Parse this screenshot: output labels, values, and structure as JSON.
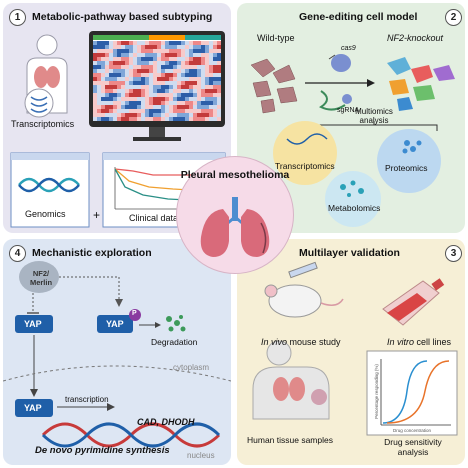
{
  "panel1": {
    "number": "1",
    "title": "Metabolic-pathway based subtyping",
    "transcriptomics": "Transcriptomics",
    "genomics": "Genomics",
    "plus": "+",
    "clinical": "Clinical data"
  },
  "panel2": {
    "number": "2",
    "title": "Gene-editing cell model",
    "wild_type": "Wild-type",
    "cas9": "cas9",
    "sgrna": "sgRNA",
    "knockout": "NF2-knockout",
    "multiomics": "Multiomics analysis",
    "transcriptomics": "Transcriptomics",
    "proteomics": "Proteomics",
    "metabolomics": "Metabolomics"
  },
  "center": {
    "title": "Pleural mesothelioma"
  },
  "panel4": {
    "number": "4",
    "title": "Mechanistic exploration",
    "nf2": "NF2/ Merlin",
    "yap": "YAP",
    "phospho": "P",
    "degradation": "Degradation",
    "cytoplasm": "cytoplasm",
    "transcription": "transcription",
    "genes": "CAD, DHODH",
    "synthesis": "De novo pyrimidine synthesis",
    "nucleus": "nucleus"
  },
  "panel3": {
    "number": "3",
    "title": "Multilayer validation",
    "in_vivo": "In vivo",
    "mouse_study": "mouse study",
    "in_vitro": "In vitro",
    "cell_lines": "cell lines",
    "human_tissue": "Human tissue samples",
    "drug": "Drug sensitivity analysis",
    "graph_xlabel": "Drug concentration",
    "graph_ylabel": "Percentage responding (%)"
  },
  "colors": {
    "panel1_bg": "#e7e5f1",
    "panel2_bg": "#e3efe1",
    "panel3_bg": "#f6efd6",
    "panel4_bg": "#dde6f3",
    "center_bg": "#f6dbe8",
    "yap_blue": "#1f5fa8"
  }
}
